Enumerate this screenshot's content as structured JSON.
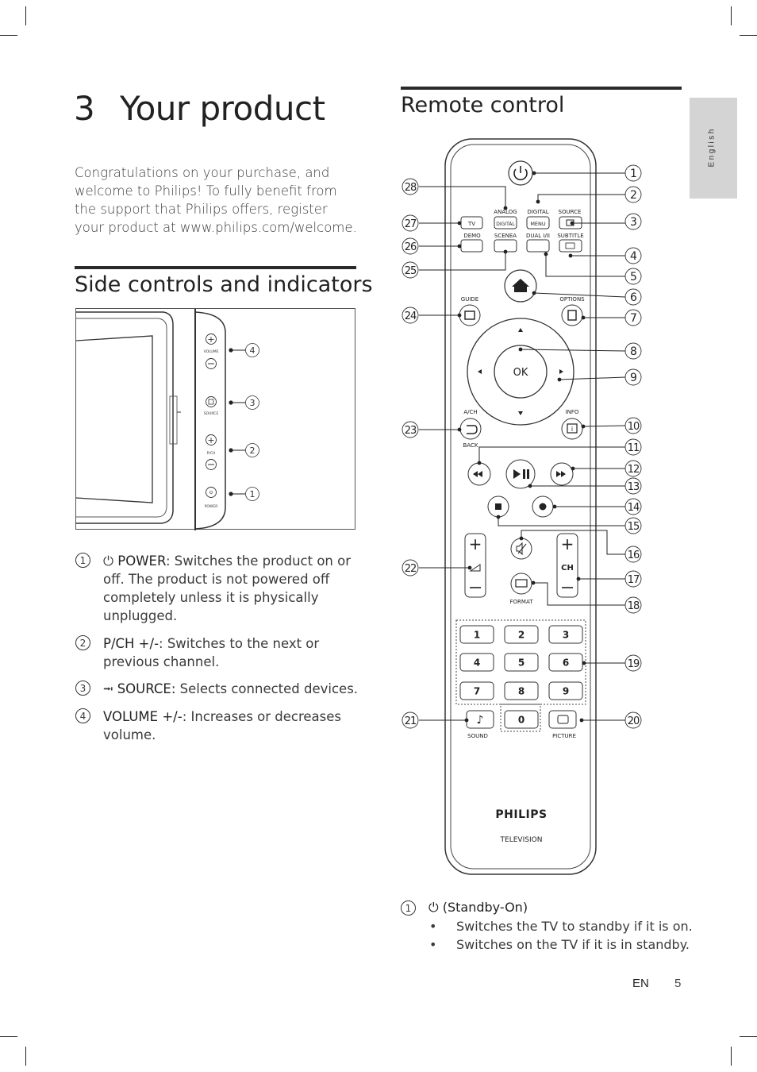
{
  "chapter": {
    "number": "3",
    "title": "Your product"
  },
  "intro": "Congratulations on your purchase, and welcome to Philips! To fully benefit from the support that Philips offers, register your product at www.philips.com/welcome.",
  "language_tab": "English",
  "side_section": {
    "title": "Side controls and indicators",
    "figure_labels": {
      "volume": "VOLUME",
      "source": "SOURCE",
      "pch": "P/CH",
      "power": "POWER"
    },
    "callouts": [
      "4",
      "3",
      "2",
      "1"
    ],
    "items": [
      {
        "num": "1",
        "name": "POWER",
        "desc": ": Switches the product on or off. The product is not powered off completely unless it is physically unplugged."
      },
      {
        "num": "2",
        "name": "P/CH +/-",
        "desc": ": Switches to the next or previous channel."
      },
      {
        "num": "3",
        "name": "SOURCE:",
        "desc": " Selects connected devices."
      },
      {
        "num": "4",
        "name": "VOLUME +/-",
        "desc": ": Increases or decreases volume."
      }
    ]
  },
  "remote_section": {
    "title": "Remote control",
    "button_labels": {
      "analog": "ANALOG",
      "digital": "DIGITAL",
      "source": "SOURCE",
      "tv": "TV",
      "digital_btn": "DIGITAL",
      "menu": "MENU",
      "demo": "DEMO",
      "scenea": "SCENEA",
      "dual": "DUAL I/II",
      "subtitle": "SUBTITLE",
      "guide": "GUIDE",
      "options": "OPTIONS",
      "ok": "OK",
      "ach": "A/CH",
      "back": "BACK",
      "info": "INFO",
      "format": "FORMAT",
      "ch": "CH",
      "sound": "SOUND",
      "picture": "PICTURE",
      "digits": [
        "1",
        "2",
        "3",
        "4",
        "5",
        "6",
        "7",
        "8",
        "9",
        "0"
      ]
    },
    "brand": "PHILIPS",
    "brand_sub": "TELEVISION",
    "callouts_right": [
      "1",
      "2",
      "3",
      "4",
      "5",
      "6",
      "7",
      "8",
      "9",
      "10",
      "11",
      "12",
      "13",
      "14",
      "15",
      "16",
      "17",
      "18",
      "19",
      "20"
    ],
    "callouts_left": [
      "28",
      "27",
      "26",
      "25",
      "24",
      "23",
      "22",
      "21"
    ],
    "first_item": {
      "num": "1",
      "title": "(Standby-On)",
      "bullets": [
        "Switches the TV to standby if it is on.",
        "Switches on the TV if it is in standby."
      ]
    }
  },
  "footer": {
    "lang": "EN",
    "page": "5"
  }
}
